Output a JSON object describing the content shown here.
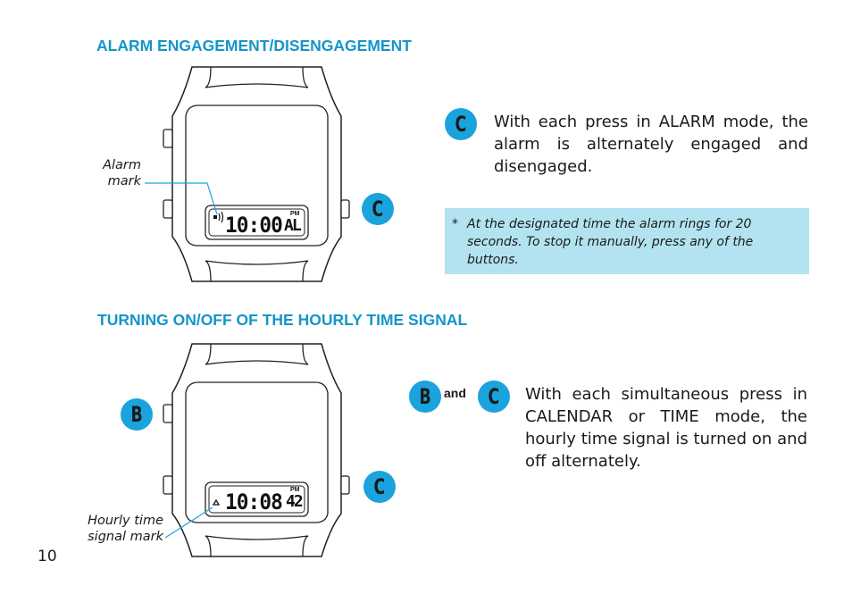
{
  "sections": {
    "alarm": {
      "heading": "ALARM ENGAGEMENT/DISENGAGEMENT",
      "button": "C",
      "instruction": "With each press in ALARM mode, the alarm is alternately engaged and disengaged.",
      "note_marker": "*",
      "note": "At the designated time the alarm rings for 20 seconds.  To stop it manually, press any of the buttons.",
      "callout_label_line1": "Alarm",
      "callout_label_line2": "mark",
      "side_button": "C",
      "display": {
        "time": "10:00",
        "ampm": "PM",
        "mode": "AL"
      }
    },
    "hourly": {
      "heading": "TURNING ON/OFF OF THE HOURLY TIME SIGNAL",
      "button_1": "B",
      "connector": "and",
      "button_2": "C",
      "instruction": "With each simultaneous press in CALENDAR or TIME mode, the hourly time signal is turned on and off alternately.",
      "callout_label_line1": "Hourly time",
      "callout_label_line2": "signal mark",
      "side_button_left": "B",
      "side_button_right": "C",
      "display": {
        "time": "10:08",
        "ampm": "PM",
        "seconds": "42"
      }
    }
  },
  "page_number": "10",
  "colors": {
    "accent": "#1aa3dc",
    "heading": "#1595c8",
    "note_bg": "#b3e3f1",
    "callout_line": "#1aa3dc"
  }
}
